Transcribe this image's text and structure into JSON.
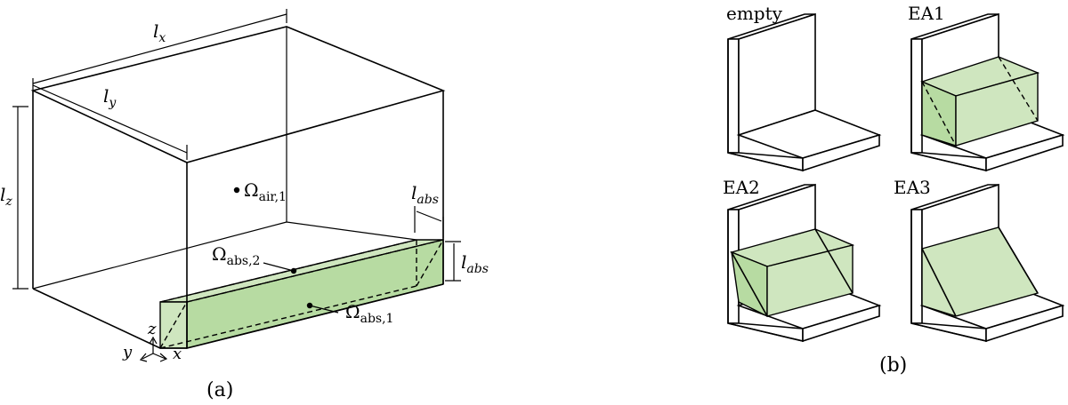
{
  "panel_a": {
    "caption": "(a)",
    "dim_lx": "l",
    "dim_lx_sub": "x",
    "dim_ly": "l",
    "dim_ly_sub": "y",
    "dim_lz": "l",
    "dim_lz_sub": "z",
    "dim_labs_top": "l",
    "dim_labs_top_sub": "abs",
    "dim_labs_side": "l",
    "dim_labs_side_sub": "abs",
    "omega_air": "Ω",
    "omega_air_sub": "air,1",
    "omega_abs2": "Ω",
    "omega_abs2_sub": "abs,2",
    "omega_abs1": "Ω",
    "omega_abs1_sub": "abs,1",
    "axis_x": "x",
    "axis_y": "y",
    "axis_z": "z",
    "colors": {
      "absorber_light": "#cfe6bf",
      "absorber_mid": "#b7dba2",
      "absorber_dark": "#a6cf8f"
    }
  },
  "panel_b": {
    "caption": "(b)",
    "label_empty": "empty",
    "label_ea1": "EA1",
    "label_ea2": "EA2",
    "label_ea3": "EA3"
  }
}
